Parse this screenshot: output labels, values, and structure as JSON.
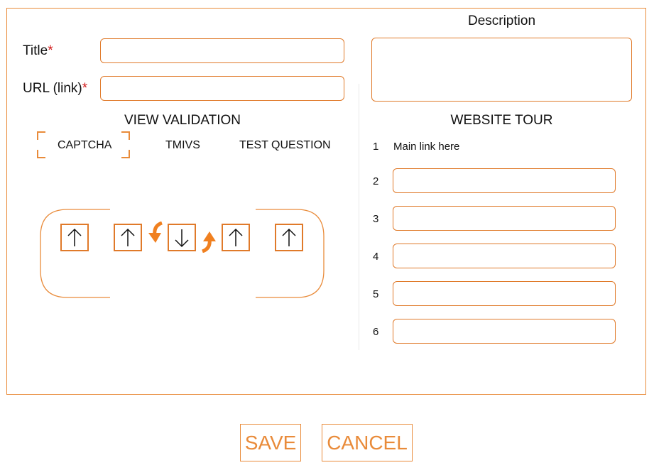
{
  "form": {
    "title_label": "Title",
    "url_label": "URL (link)",
    "required_mark": "*",
    "title_value": "",
    "url_value": "",
    "description_label": "Description",
    "description_value": ""
  },
  "validation": {
    "heading": "VIEW VALIDATION",
    "options": [
      "CAPTCHA",
      "TMIVS",
      "TEST QUESTION"
    ],
    "selected": "CAPTCHA"
  },
  "tour": {
    "heading": "WEBSITE TOUR",
    "items": [
      {
        "num": "1",
        "text": "Main link here"
      },
      {
        "num": "2",
        "value": ""
      },
      {
        "num": "3",
        "value": ""
      },
      {
        "num": "4",
        "value": ""
      },
      {
        "num": "5",
        "value": ""
      },
      {
        "num": "6",
        "value": ""
      }
    ]
  },
  "reorder_icons": [
    "arrow-up-icon",
    "arrow-up-icon",
    "arrow-down-icon",
    "arrow-up-icon",
    "arrow-up-icon"
  ],
  "actions": {
    "save": "SAVE",
    "cancel": "CANCEL"
  },
  "colors": {
    "accent": "#e98b3a",
    "required": "#d11a1a",
    "border": "#e07a2a"
  }
}
